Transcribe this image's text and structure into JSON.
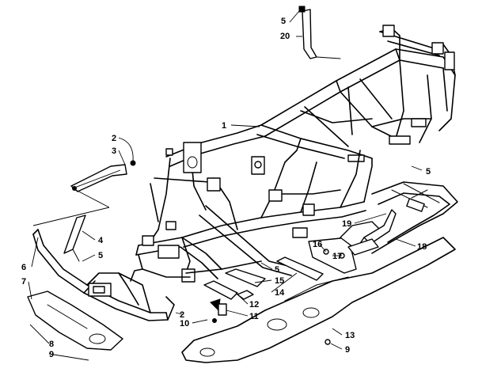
{
  "callouts": [
    {
      "id": "c5a",
      "text": "5"
    },
    {
      "id": "c20",
      "text": "20"
    },
    {
      "id": "c1",
      "text": "1"
    },
    {
      "id": "c2a",
      "text": "2"
    },
    {
      "id": "c3",
      "text": "3"
    },
    {
      "id": "c5b",
      "text": "5"
    },
    {
      "id": "c4",
      "text": "4"
    },
    {
      "id": "c5c",
      "text": "5"
    },
    {
      "id": "c6",
      "text": "6"
    },
    {
      "id": "c7",
      "text": "7"
    },
    {
      "id": "c19",
      "text": "19"
    },
    {
      "id": "c18",
      "text": "18"
    },
    {
      "id": "c16",
      "text": "16"
    },
    {
      "id": "c17",
      "text": "17"
    },
    {
      "id": "c5d",
      "text": "5"
    },
    {
      "id": "c15",
      "text": "15"
    },
    {
      "id": "c14",
      "text": "14"
    },
    {
      "id": "c12",
      "text": "12"
    },
    {
      "id": "c11",
      "text": "11"
    },
    {
      "id": "c10",
      "text": "10"
    },
    {
      "id": "c2b",
      "text": "2"
    },
    {
      "id": "c8",
      "text": "8"
    },
    {
      "id": "c9a",
      "text": "9"
    },
    {
      "id": "c13",
      "text": "13"
    },
    {
      "id": "c9b",
      "text": "9"
    }
  ]
}
